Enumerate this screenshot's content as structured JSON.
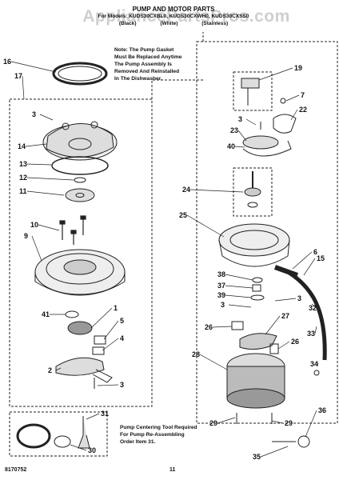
{
  "watermark": "AppliancePartsPros.com",
  "header": {
    "title": "PUMP AND MOTOR PARTS",
    "models": "For Models: KUDS30CXBL0, KUDS30CXWH0, KUDS30CXSS0",
    "variants": [
      "(Black)",
      "(White)",
      "(Stainless)"
    ]
  },
  "note": [
    "Note: The Pump Gasket",
    "Must Be Replaced Anytime",
    "The Pump Assembly Is",
    "Removed And Reinstalled",
    "In The Dishwasher."
  ],
  "callouts": [
    "16",
    "17",
    "3",
    "14",
    "13",
    "12",
    "11",
    "10",
    "9",
    "41",
    "1",
    "5",
    "4",
    "2",
    "3",
    "19",
    "7",
    "22",
    "3",
    "23",
    "40",
    "24",
    "25",
    "6",
    "15",
    "38",
    "37",
    "39",
    "3",
    "3",
    "32",
    "33",
    "34",
    "26",
    "27",
    "26",
    "28",
    "29",
    "29",
    "36",
    "35",
    "31",
    "30"
  ],
  "tool_note": [
    "Pump Centering Tool Required",
    "For Pump Re-Assembling",
    "Order Item 31."
  ],
  "footer": {
    "code": "8170752",
    "page": "11"
  }
}
